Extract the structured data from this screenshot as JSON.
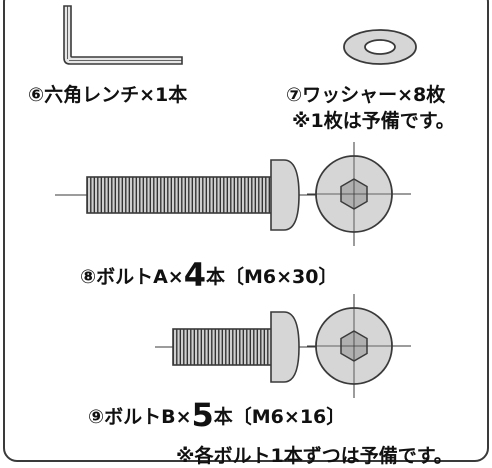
{
  "items": {
    "hex_wrench": {
      "label": "⑥六角レンチ×1本"
    },
    "washer": {
      "label": "⑦ワッシャー×8枚",
      "note": "※1枚は予備です。"
    },
    "bolt_a": {
      "prefix": "⑧ボルトA×",
      "qty": "4",
      "suffix": "本〔M6×30〕"
    },
    "bolt_b": {
      "prefix": "⑨ボルトB×",
      "qty": "5",
      "suffix": "本〔M6×16〕"
    }
  },
  "footer_note": "※各ボルト1本ずつは予備です。",
  "colors": {
    "line": "#3a3a3a",
    "part_fill": "#d6d6d6",
    "hex_fill": "#b0b0b0",
    "background": "#ffffff"
  }
}
